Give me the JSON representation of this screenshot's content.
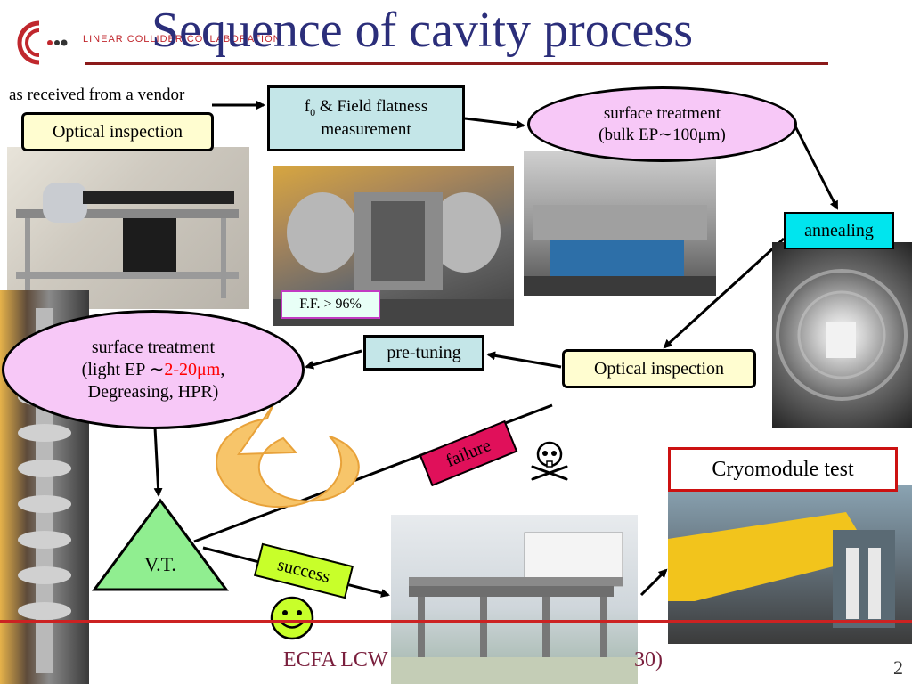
{
  "slide": {
    "title": "Sequence of cavity process",
    "logo_text": "LINEAR COLLIDER COLLABORATION",
    "page_number": "2",
    "footer": "ECFA LCW",
    "footer_tail": "30)"
  },
  "flow": {
    "vendor_note": "as received from a vendor",
    "optical_inspection_1": "Optical inspection",
    "field_flatness_f": "f",
    "field_flatness_sub": "0",
    "field_flatness_rest": " & Field flatness",
    "field_flatness_line2": "measurement",
    "surface_bulk_line1": "surface treatment",
    "surface_bulk_line2": "(bulk EP∼100μm)",
    "annealing": "annealing",
    "optical_inspection_2": "Optical inspection",
    "pre_tuning": "pre-tuning",
    "surface_light_line1": "surface treatment",
    "surface_light_pre": "(light EP ∼",
    "surface_light_range": "2-20",
    "surface_light_unit": "μm",
    "surface_light_comma": ",",
    "surface_light_line3": "Degreasing, HPR)",
    "ff_label": "F.F. > 96%",
    "vt": "V.T.",
    "failure": "failure",
    "success": "success",
    "cryomodule_test": "Cryomodule test"
  },
  "icons": [
    "linear-collider-logo-icon",
    "skull-crossbones-icon",
    "smiley-face-icon",
    "loop-arrow-icon"
  ],
  "colors": {
    "title": "#2b2e7a",
    "title_underline": "#8b1a1a",
    "yellow_box": "#fffdd0",
    "teal_box": "#c4e6e8",
    "pink_ellipse": "#f7c8f7",
    "annealing_box": "#00e5ee",
    "failure_tag": "#e0105a",
    "success_tag": "#c8ff2a",
    "vt_triangle": "#90ee90",
    "highlight_red": "#ff0000",
    "footer_line": "#cc2222"
  }
}
